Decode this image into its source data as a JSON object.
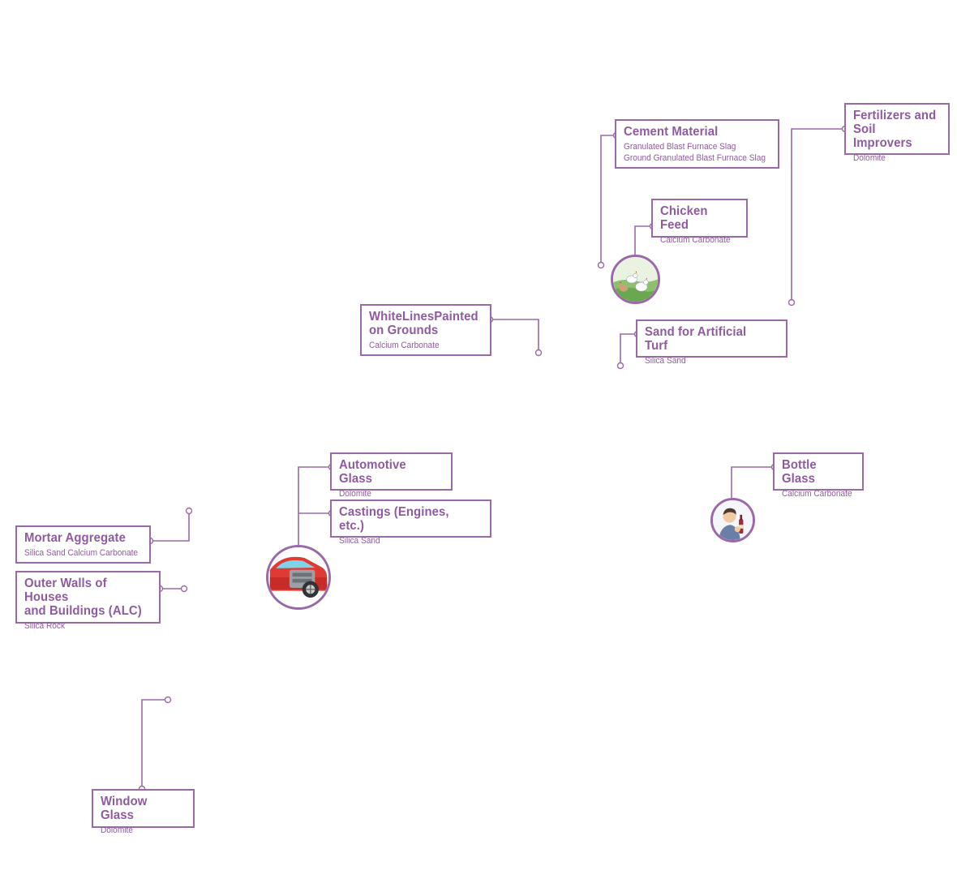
{
  "colors": {
    "accent": "#9a6aa8",
    "text": "#8f5b9f"
  },
  "items": {
    "cement": {
      "title": "Cement Material",
      "lines": [
        "Granulated Blast Furnace Slag",
        "Ground Granulated Blast Furnace Slag"
      ]
    },
    "fertilizers": {
      "title": "Fertilizers and\nSoil Improvers",
      "lines": [
        "Dolomite"
      ]
    },
    "chicken": {
      "title": "Chicken Feed",
      "lines": [
        "Calcium Carbonate"
      ]
    },
    "whitelines": {
      "title": "WhiteLinesPainted\non Grounds",
      "lines": [
        "Calcium Carbonate"
      ]
    },
    "turf": {
      "title": "Sand for Artificial Turf",
      "lines": [
        "Silica Sand"
      ]
    },
    "autoglass": {
      "title": "Automotive Glass",
      "lines": [
        "Dolomite"
      ]
    },
    "castings": {
      "title": "Castings (Engines, etc.)",
      "lines": [
        "Silica Sand"
      ]
    },
    "bottle": {
      "title": "Bottle Glass",
      "lines": [
        "Calcium Carbonate"
      ]
    },
    "mortar": {
      "title": "Mortar Aggregate",
      "lines": [
        "Silica Sand Calcium Carbonate"
      ]
    },
    "walls": {
      "title": "Outer Walls of Houses\nand Buildings (ALC)",
      "lines": [
        "Silica Rock"
      ]
    },
    "window": {
      "title": "Window Glass",
      "lines": [
        "Dolomite"
      ]
    }
  },
  "icons": {
    "chicken": "chicken-illustration-icon",
    "car": "car-engine-illustration-icon",
    "bottle": "person-with-bottle-illustration-icon"
  }
}
